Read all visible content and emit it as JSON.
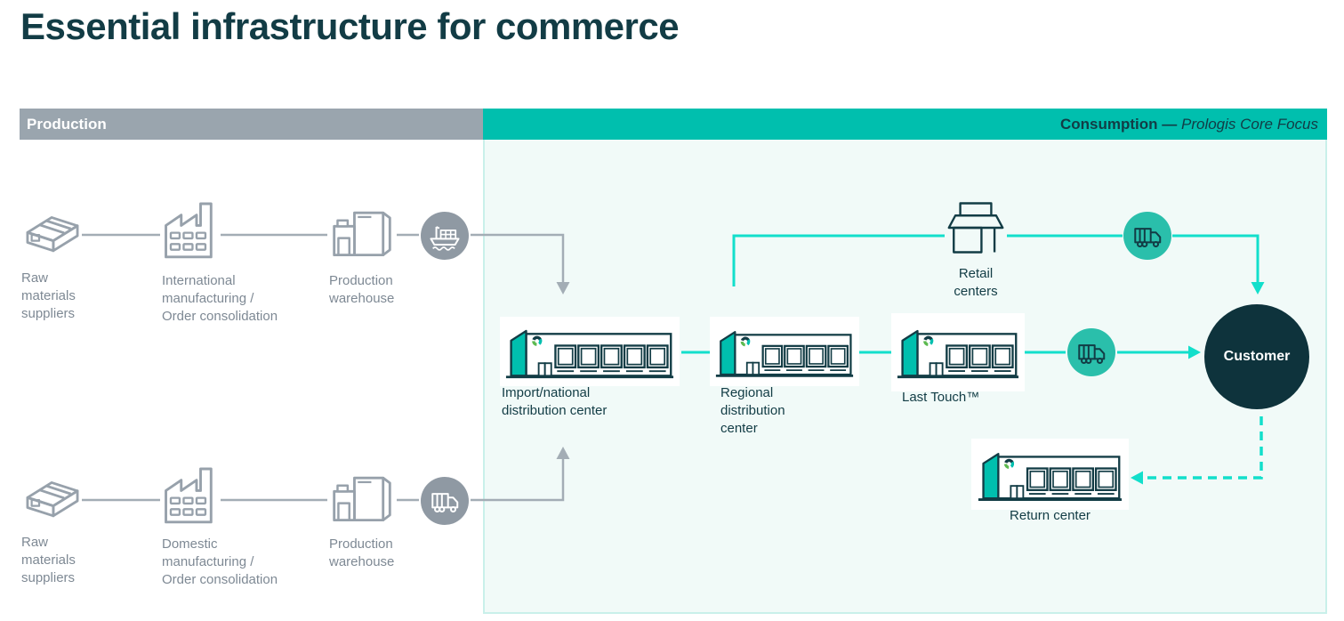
{
  "title": "Essential infrastructure for commerce",
  "headers": {
    "production": "Production",
    "consumption_bold": "Consumption — ",
    "consumption_italic": "Prologis Core Focus"
  },
  "production": {
    "row_top": {
      "raw_materials": "Raw\nmaterials\nsuppliers",
      "manufacturing": "International\nmanufacturing /\nOrder consolidation",
      "warehouse": "Production\nwarehouse",
      "transport_mode": "ship"
    },
    "row_bottom": {
      "raw_materials": "Raw\nmaterials\nsuppliers",
      "manufacturing": "Domestic\nmanufacturing /\nOrder consolidation",
      "warehouse": "Production\nwarehouse",
      "transport_mode": "truck"
    }
  },
  "consumption": {
    "import_dc_label": "Import/national\ndistribution center",
    "regional_dc_label": "Regional\ndistribution\ncenter",
    "last_touch_label": "Last Touch™",
    "retail_label": "Retail\ncenters",
    "customer_label": "Customer",
    "return_center_label": "Return center",
    "dock_doors": {
      "import_dc": 5,
      "regional_dc": 4,
      "last_touch": 3,
      "return_center": 4
    }
  },
  "colors": {
    "navy": "#123c45",
    "gray_bar": "#9aa5ae",
    "teal_bar": "#00bfae",
    "teal_line": "#12dfcb",
    "teal_circle": "#2abfab",
    "customer_circle": "#0e333c",
    "panel_bg": "#f1faf8",
    "panel_border": "#c9f0ea",
    "logo_green": "#5cb94f"
  }
}
